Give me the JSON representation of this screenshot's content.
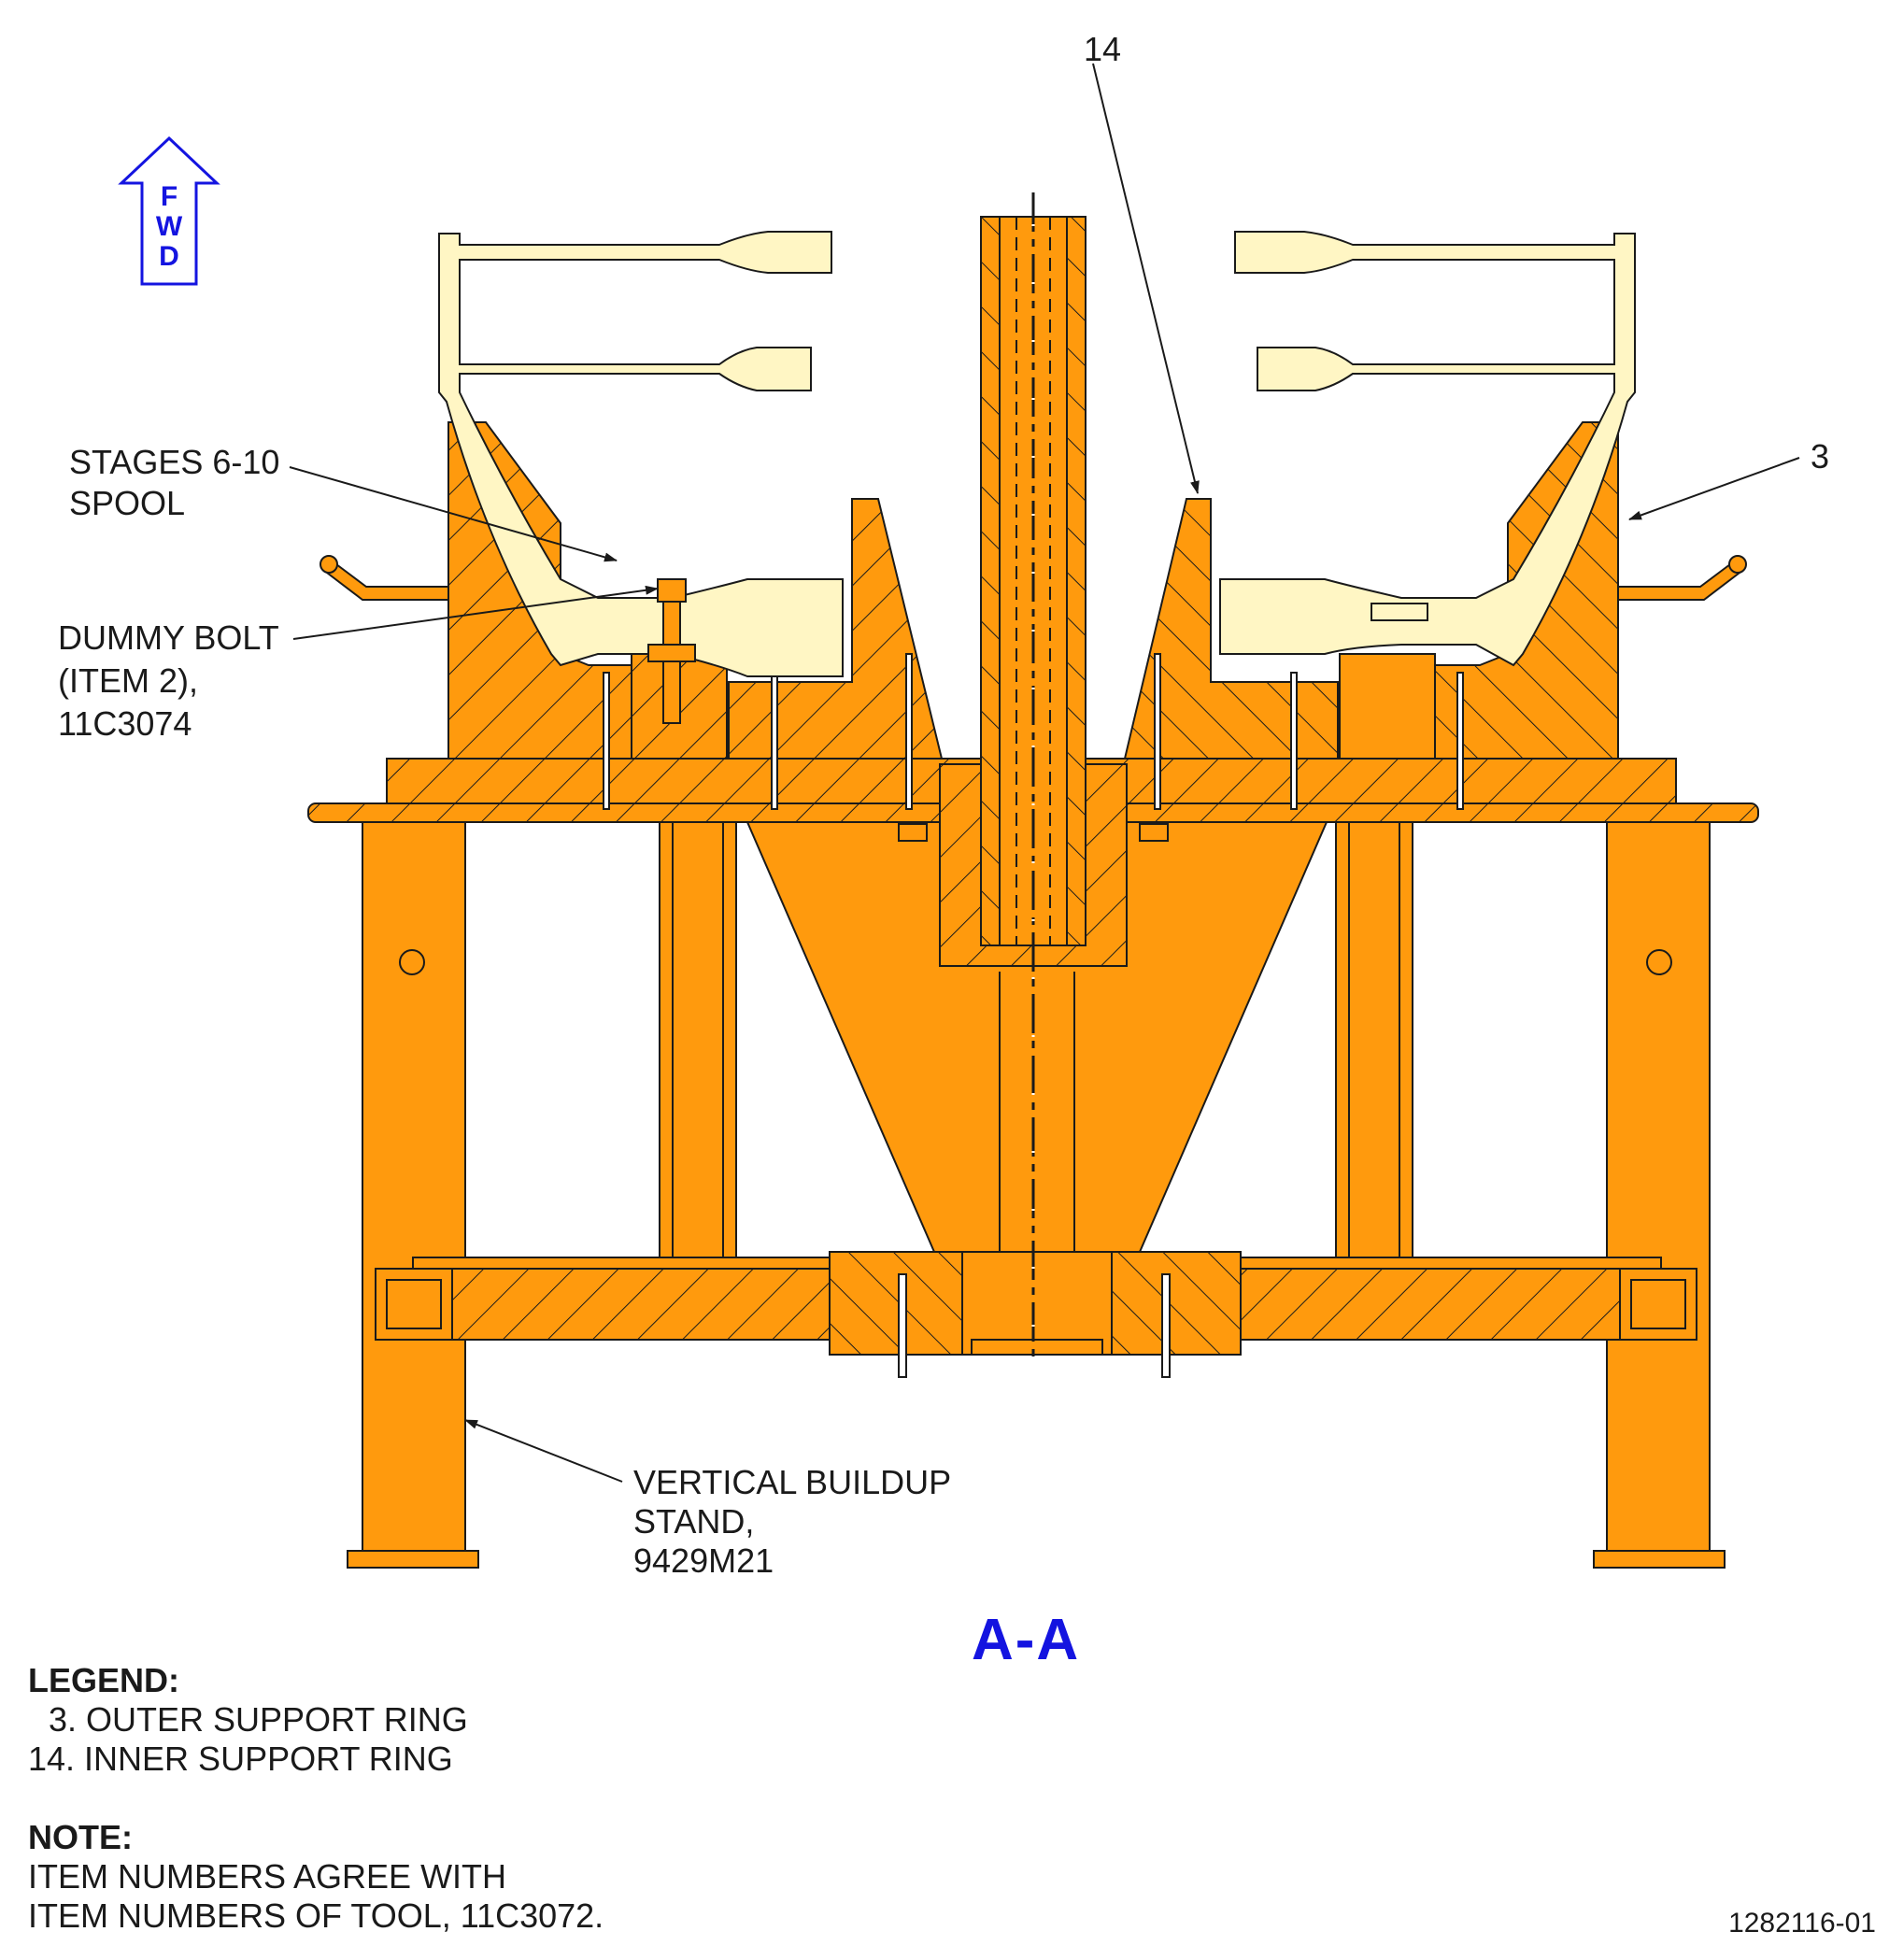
{
  "fwd_arrow": {
    "letters": [
      "F",
      "W",
      "D"
    ],
    "color": "#1414e0"
  },
  "callouts": {
    "item_14": "14",
    "item_3": "3",
    "spool": [
      "STAGES 6-10",
      "SPOOL"
    ],
    "dummy_bolt": [
      "DUMMY BOLT",
      "(ITEM 2),",
      "11C3074"
    ],
    "stand": [
      "VERTICAL BUILDUP",
      "STAND,",
      "9429M21"
    ]
  },
  "section_label": "A-A",
  "legend": {
    "title": "LEGEND:",
    "items": [
      "3. OUTER SUPPORT RING",
      "14. INNER SUPPORT RING"
    ]
  },
  "note": {
    "title": "NOTE:",
    "lines": [
      "ITEM NUMBERS AGREE WITH",
      "ITEM NUMBERS OF TOOL, 11C3072."
    ]
  },
  "figure_number": "1282116-01",
  "colors": {
    "tool": "#ff9a0d",
    "part": "#fff6c4",
    "outline": "#1a1a1a",
    "accent": "#1414e0"
  }
}
